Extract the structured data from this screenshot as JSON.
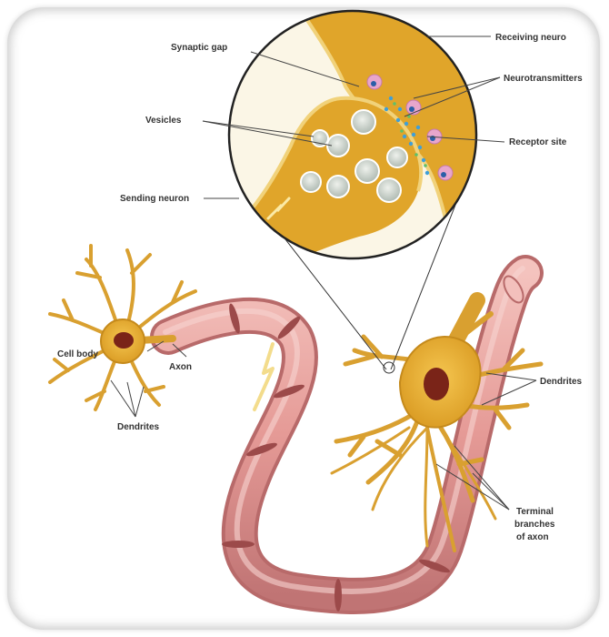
{
  "labels": {
    "synaptic_gap": "Synaptic gap",
    "receiving_neuron": "Receiving neuro",
    "neurotransmitters": "Neurotransmitters",
    "vesicles": "Vesicles",
    "receptor_site": "Receptor site",
    "sending_neuron": "Sending neuron",
    "cell_body": "Cell body",
    "axon": "Axon",
    "dendrites_left": "Dendrites",
    "dendrites_right": "Dendrites",
    "terminal_line1": "Terminal",
    "terminal_line2": "branches",
    "terminal_line3": "of axon"
  },
  "colors": {
    "neuron_fill": "#e6ad2c",
    "neuron_dark": "#b9801b",
    "nucleus": "#7a2418",
    "myelin": "#e9a3a0",
    "myelin_dark": "#b86a6a",
    "gap": "#f7eec8",
    "vesicle": "#cfd7cf",
    "receptor": "#e6a0c8",
    "transmitter": "#3a8fd0"
  }
}
